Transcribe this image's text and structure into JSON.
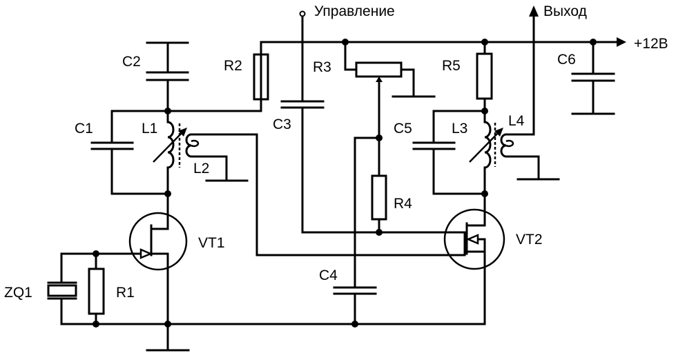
{
  "terminals": {
    "control": "Управление",
    "output": "Выход",
    "supply": "+12В"
  },
  "components": {
    "C1": "C1",
    "C2": "C2",
    "C3": "C3",
    "C4": "C4",
    "C5": "C5",
    "C6": "C6",
    "R1": "R1",
    "R2": "R2",
    "R3": "R3",
    "R4": "R4",
    "R5": "R5",
    "L1": "L1",
    "L2": "L2",
    "L3": "L3",
    "L4": "L4",
    "VT1": "VT1",
    "VT2": "VT2",
    "ZQ1": "ZQ1"
  },
  "colors": {
    "line": "#000000",
    "background": "#ffffff"
  }
}
